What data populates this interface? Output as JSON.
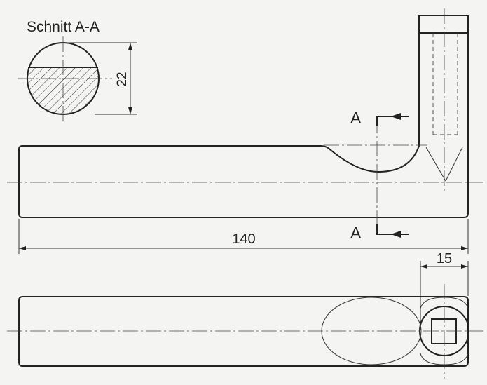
{
  "drawing": {
    "section_title": "Schnitt  A-A",
    "section_label_top": "A",
    "section_label_bottom": "A",
    "dim_height": "22",
    "dim_length": "140",
    "dim_width": "15"
  }
}
